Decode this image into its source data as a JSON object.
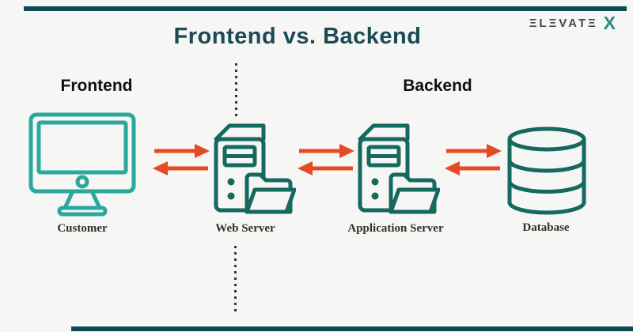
{
  "header": {
    "title": "Frontend vs. Backend"
  },
  "brand": {
    "wordmark": "ΞLΞVATΞ",
    "x_mark": "X",
    "name": "ELEVATE X"
  },
  "sections": {
    "left_label": "Frontend",
    "right_label": "Backend"
  },
  "nodes": [
    {
      "id": "customer",
      "label": "Customer",
      "icon": "monitor-icon",
      "side": "frontend"
    },
    {
      "id": "web-server",
      "label": "Web Server",
      "icon": "server-folder-icon",
      "side": "middle"
    },
    {
      "id": "application-server",
      "label": "Application Server",
      "icon": "server-folder-icon",
      "side": "backend"
    },
    {
      "id": "database",
      "label": "Database",
      "icon": "database-icon",
      "side": "backend"
    }
  ],
  "connections": [
    {
      "from": "customer",
      "to": "web-server",
      "type": "bidirectional-arrows"
    },
    {
      "from": "web-server",
      "to": "application-server",
      "type": "bidirectional-arrows"
    },
    {
      "from": "application-server",
      "to": "database",
      "type": "bidirectional-arrows"
    }
  ],
  "colors": {
    "background": "#f6f6f4",
    "accent_bar": "#0f4a54",
    "title": "#1b4a54",
    "monitor_teal": "#2ba89e",
    "server_teal": "#15695f",
    "arrow_orange": "#e44b23",
    "divider_dot": "#223c3e",
    "section_label": "#101010",
    "caption": "#33302b",
    "logo_gray": "#3e4a4c",
    "logo_x_teal": "#2d8c86"
  }
}
